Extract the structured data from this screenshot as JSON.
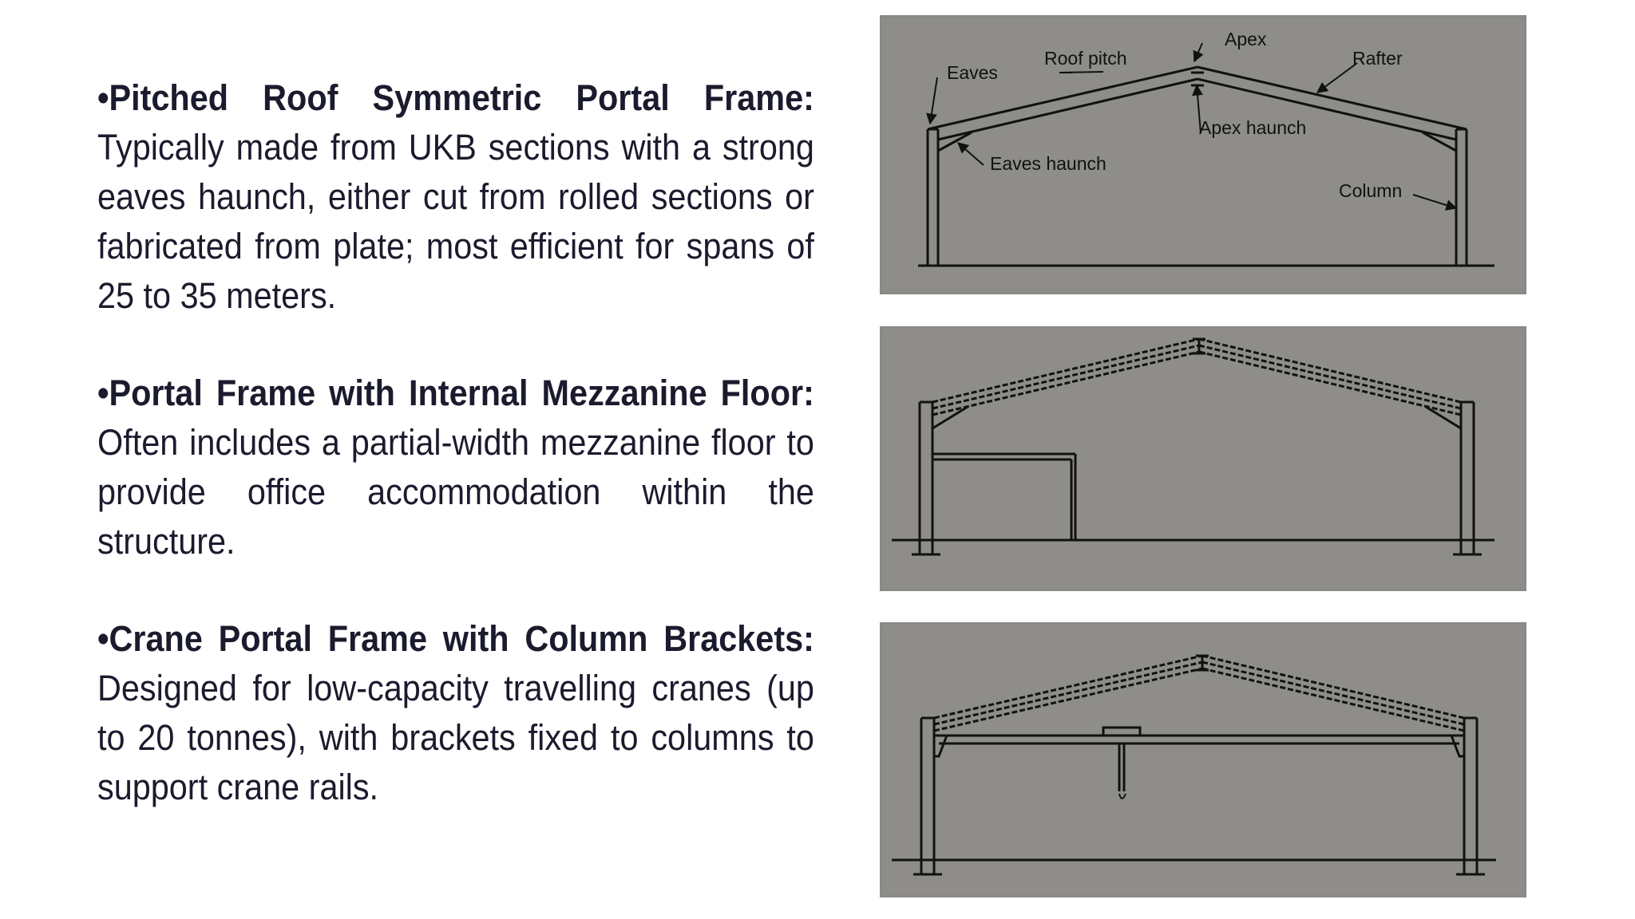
{
  "bullets": [
    {
      "heading": "•Pitched Roof Symmetric Portal Frame:",
      "body": " Typically made from UKB sections with a strong eaves haunch, either cut from rolled sections or fabricated from plate; most efficient for spans of 25 to 35 meters."
    },
    {
      "heading": "•Portal Frame with Internal Mezzanine Floor:",
      "body": " Often includes a partial-width mezzanine floor to provide office accommodation within the structure."
    },
    {
      "heading": "•Crane Portal Frame with Column Brackets:",
      "body": " Designed for low-capacity travelling cranes (up to 20 tonnes), with brackets fixed to columns to support crane rails."
    }
  ],
  "diagram1": {
    "labels": {
      "eaves": "Eaves",
      "roof_pitch": "Roof pitch",
      "apex": "Apex",
      "rafter": "Rafter",
      "apex_haunch": "Apex haunch",
      "eaves_haunch": "Eaves haunch",
      "column": "Column"
    }
  },
  "colors": {
    "figure_background": "#8e8d89",
    "line": "#111111",
    "text": "#1b1b2e"
  }
}
